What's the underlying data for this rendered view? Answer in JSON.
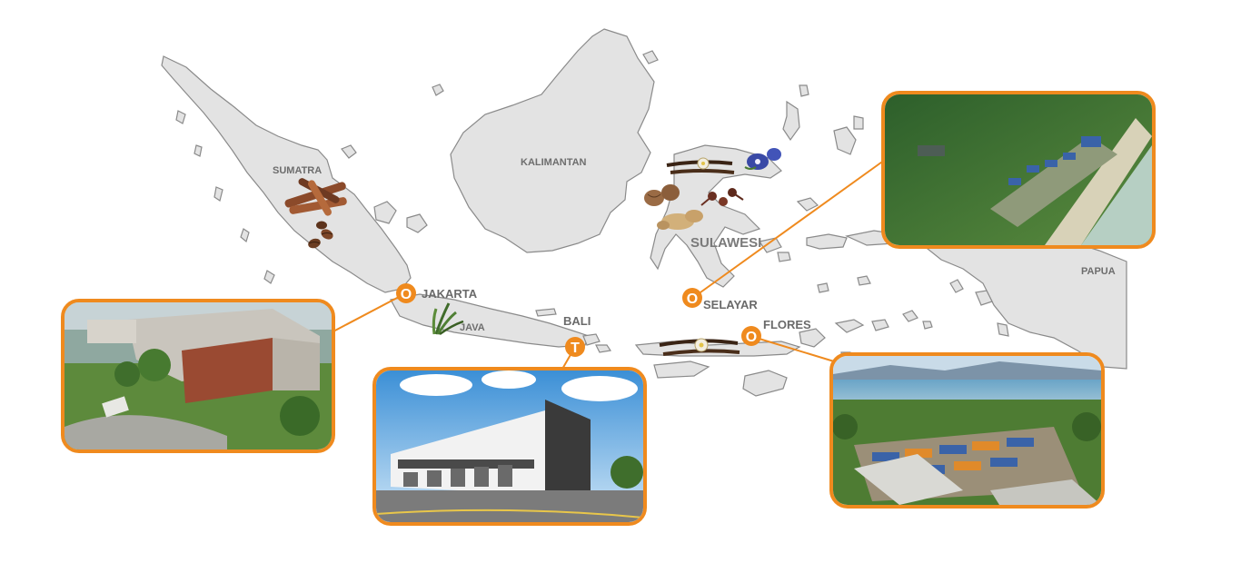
{
  "regions": {
    "sumatra": "SUMATRA",
    "kalimantan": "KALIMANTAN",
    "sulawesi": "SULAWESI",
    "papua": "PAPUA",
    "java": "JAVA"
  },
  "locations": {
    "jakarta": {
      "name": "JAKARTA",
      "marker": "O"
    },
    "bali": {
      "name": "BALI",
      "marker": "T"
    },
    "selayar": {
      "name": "SELAYAR",
      "marker": "O"
    },
    "flores": {
      "name": "FLORES",
      "marker": "O"
    }
  },
  "photos": {
    "jakarta": "factory-aerial-photo",
    "bali": "warehouse-photo",
    "selayar": "coastal-drying-site-photo",
    "flores": "flores-drying-site-photo"
  },
  "icons": {
    "sumatra": [
      "cinnamon-sticks-icon",
      "coffee-beans-icon"
    ],
    "java": [
      "lemongrass-icon"
    ],
    "sulawesi": [
      "vanilla-pods-icon",
      "butterfly-pea-icon",
      "nutmeg-icon",
      "cloves-icon",
      "ginger-icon"
    ],
    "flores": [
      "vanilla-pods-icon"
    ]
  },
  "colors": {
    "accent": "#ef8a1e",
    "land": "#e3e3e3",
    "land_outline": "#8a8a8a"
  }
}
